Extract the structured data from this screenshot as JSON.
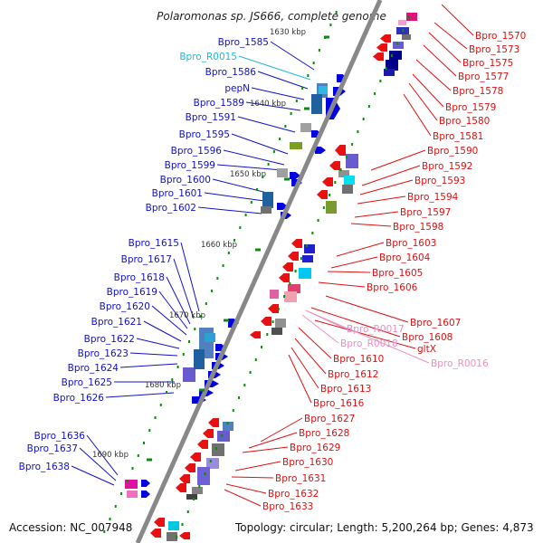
{
  "title": "Polaromonas sp. JS666, complete genome",
  "footer": {
    "accession": "Accession: NC_007948",
    "topology": "Topology: circular; Length: 5,200,264 bp; Genes: 4,873"
  },
  "colors": {
    "left_label": "#1010c8",
    "right_label": "#dd1010",
    "rna_left": "#22b8d8",
    "rna_right": "#e890c0",
    "backbone": "#888888",
    "tick": "#118811"
  },
  "ticks": [
    "1630 kbp",
    "1640 kbp",
    "1650 kbp",
    "1660 kbp",
    "1670 kbp",
    "1680 kbp",
    "1690 kbp"
  ],
  "left_labels": [
    "Bpro_1585",
    "Bpro_R0015",
    "Bpro_1586",
    "pepN",
    "Bpro_1589",
    "Bpro_1591",
    "Bpro_1595",
    "Bpro_1596",
    "Bpro_1599",
    "Bpro_1600",
    "Bpro_1601",
    "Bpro_1602",
    "Bpro_1615",
    "Bpro_1617",
    "Bpro_1618",
    "Bpro_1619",
    "Bpro_1620",
    "Bpro_1621",
    "Bpro_1622",
    "Bpro_1623",
    "Bpro_1624",
    "Bpro_1625",
    "Bpro_1626",
    "Bpro_1636",
    "Bpro_1637",
    "Bpro_1638"
  ],
  "right_labels": [
    "Bpro_1570",
    "Bpro_1573",
    "Bpro_1575",
    "Bpro_1577",
    "Bpro_1578",
    "Bpro_1579",
    "Bpro_1580",
    "Bpro_1581",
    "Bpro_1590",
    "Bpro_1592",
    "Bpro_1593",
    "Bpro_1594",
    "Bpro_1597",
    "Bpro_1598",
    "Bpro_1603",
    "Bpro_1604",
    "Bpro_1605",
    "Bpro_1606",
    "Bpro_1607",
    "Bpro_1608",
    "Bpro_R0017",
    "Bpro_R0018",
    "gltX",
    "Bpro_R0016",
    "Bpro_1610",
    "Bpro_1612",
    "Bpro_1613",
    "Bpro_1616",
    "Bpro_1627",
    "Bpro_1628",
    "Bpro_1629",
    "Bpro_1630",
    "Bpro_1631",
    "Bpro_1632",
    "Bpro_1633"
  ]
}
